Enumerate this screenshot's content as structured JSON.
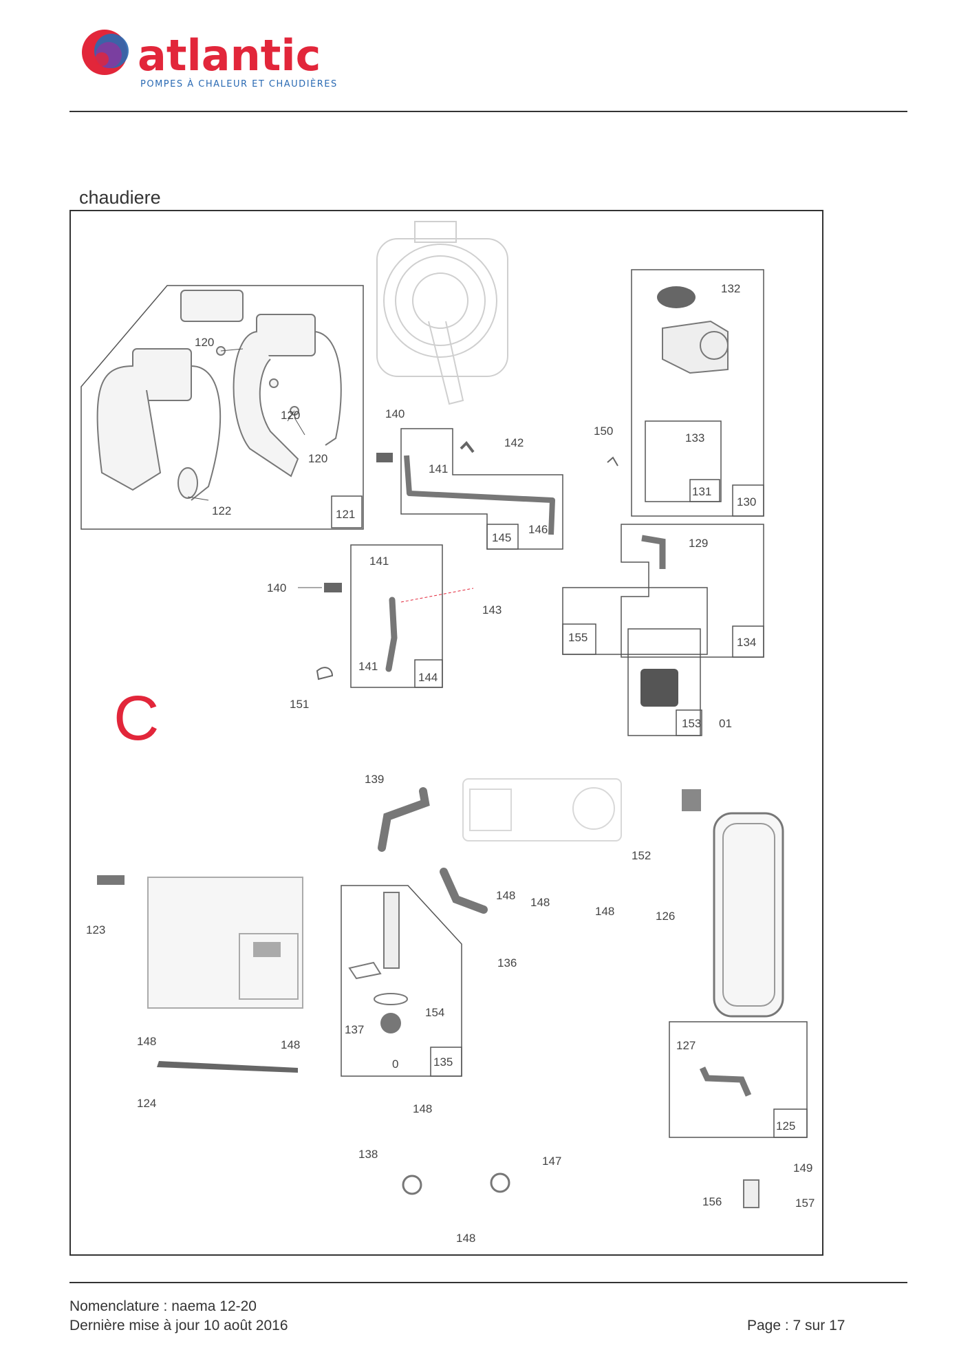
{
  "brand": {
    "name": "atlantic",
    "tagline": "POMPES À CHALEUR ET CHAUDIÈRES",
    "colors": {
      "red": "#e2263a",
      "purple": "#7a3fa0",
      "blue": "#2a6ab3"
    }
  },
  "section": {
    "title": "chaudiere"
  },
  "diagram": {
    "group_letter": "C",
    "labels": {
      "l120a": "120",
      "l120b": "120",
      "l120c": "120",
      "l121": "121",
      "l122": "122",
      "l140a": "140",
      "l140b": "140",
      "l141a": "141",
      "l141b": "141",
      "l141c": "141",
      "l142": "142",
      "l143": "143",
      "l144": "144",
      "l145": "145",
      "l146": "146",
      "l150": "150",
      "l151": "151",
      "l132": "132",
      "l133": "133",
      "l131": "131",
      "l130": "130",
      "l129": "129",
      "l155": "155",
      "l134": "134",
      "l153": "153",
      "l01": "01",
      "l139": "139",
      "l152": "152",
      "l123": "123",
      "l148a": "148",
      "l148b": "148",
      "l148c": "148",
      "l148d": "148",
      "l148e": "148",
      "l148f": "148",
      "l148g": "148",
      "l126": "126",
      "l136": "136",
      "l154": "154",
      "l137": "137",
      "l135": "135",
      "l0": "0",
      "l124": "124",
      "l127": "127",
      "l125": "125",
      "l138": "138",
      "l147": "147",
      "l149": "149",
      "l156": "156",
      "l157": "157"
    }
  },
  "footer": {
    "nomenclature": "Nomenclature : naema 12-20",
    "updated": "Dernière mise à jour 10 août 2016",
    "page": "Page : 7 sur 17"
  }
}
